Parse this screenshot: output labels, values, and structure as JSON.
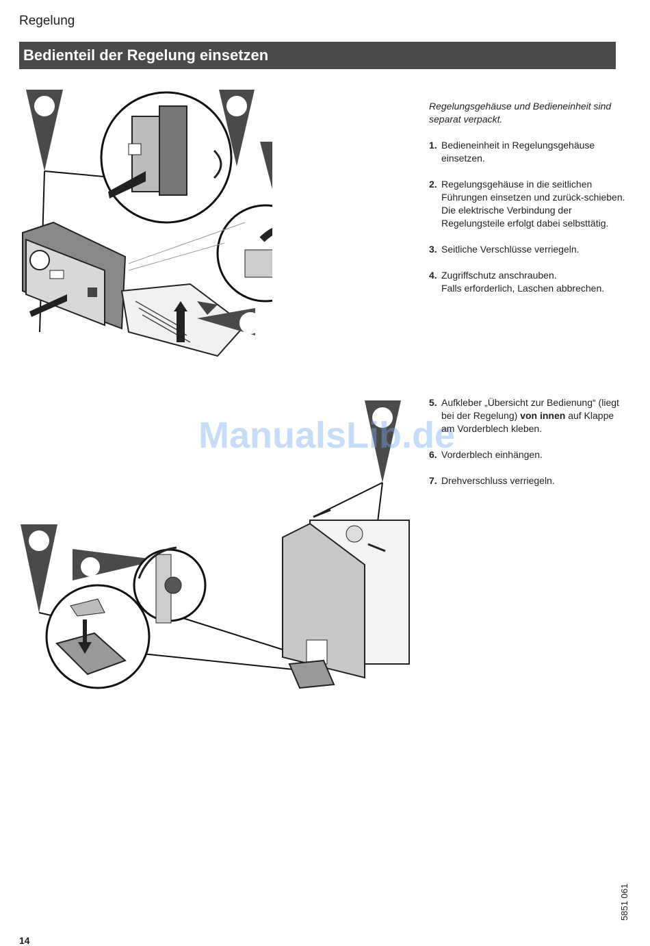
{
  "header": {
    "section": "Regelung",
    "title": "Bedienteil der Regelung einsetzen"
  },
  "steps_top": {
    "intro": "Regelungsgehäuse und Bedieneinheit sind separat verpackt.",
    "items": [
      {
        "num": "1.",
        "text": "Bedieneinheit in Regelungsgehäuse einsetzen."
      },
      {
        "num": "2.",
        "text": "Regelungsgehäuse in die seitlichen Führungen einsetzen und zurück-schieben. Die elektrische Verbindung der Regelungsteile erfolgt dabei selbsttätig."
      },
      {
        "num": "3.",
        "text": "Seitliche Verschlüsse verriegeln."
      },
      {
        "num": "4.",
        "text": "Zugriffschutz anschrauben.",
        "text2": "Falls erforderlich, Laschen abbrechen."
      }
    ]
  },
  "steps_bottom": {
    "items": [
      {
        "num": "5.",
        "text_a": "Aufkleber „Übersicht zur Bedienung“ (liegt bei der Regelung) ",
        "text_bold": "von innen",
        "text_b": " auf Klappe am Vorderblech kleben."
      },
      {
        "num": "6.",
        "text": "Vorderblech einhängen."
      },
      {
        "num": "7.",
        "text": "Drehverschluss verriegeln."
      }
    ]
  },
  "footer": {
    "doc_number": "5851 061",
    "page_number": "14"
  },
  "watermark": "ManualsLib.de"
}
